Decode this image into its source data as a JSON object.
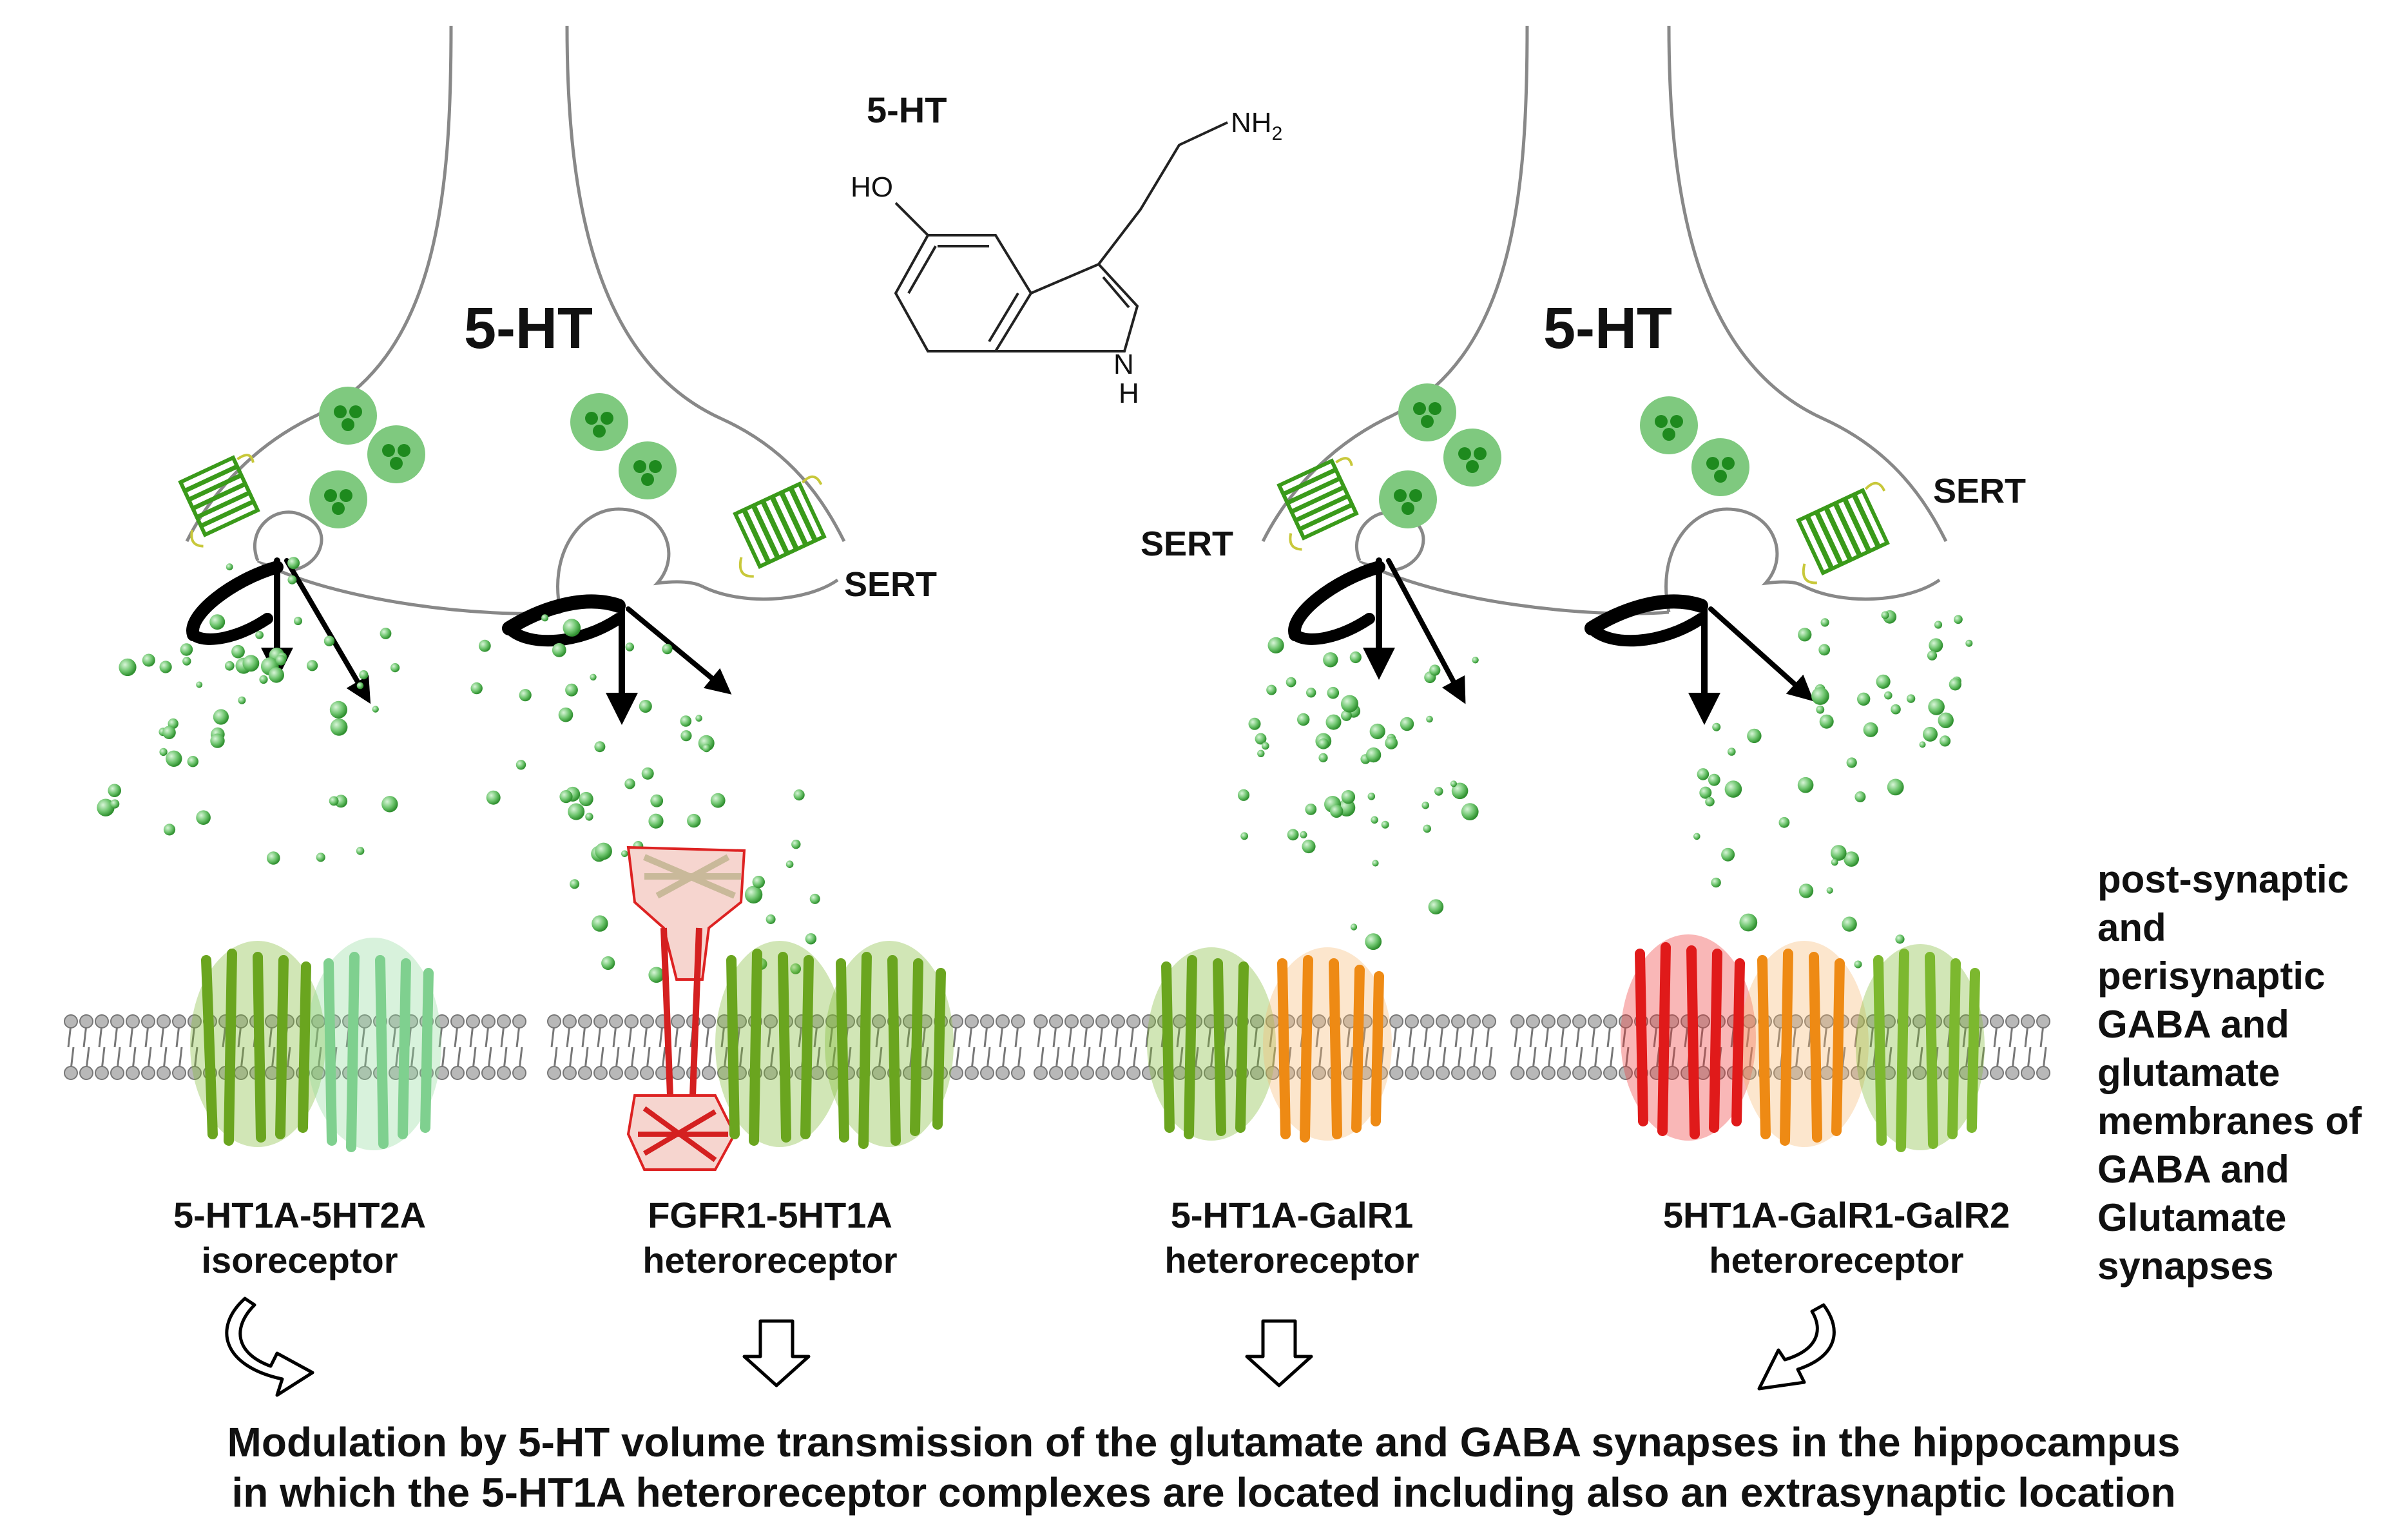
{
  "molecule": {
    "title": "5-HT",
    "hydroxyl": "HO",
    "amine": "NH",
    "amine_sub": "2",
    "ring_n": "N",
    "ring_h": "H"
  },
  "terminals": [
    {
      "title": "5-HT",
      "sert_label": "SERT"
    },
    {
      "title": "5-HT",
      "sert_label": "SERT",
      "sert_label_2": "SERT"
    }
  ],
  "receptors": [
    {
      "line1": "5-HT1A-5HT2A",
      "line2": "isoreceptor"
    },
    {
      "line1": "FGFR1-5HT1A",
      "line2": "heteroreceptor"
    },
    {
      "line1": "5-HT1A-GalR1",
      "line2": "heteroreceptor"
    },
    {
      "line1": "5HT1A-GalR1-GalR2",
      "line2": "heteroreceptor"
    }
  ],
  "side_note": [
    "post-synaptic",
    "and",
    "perisynaptic",
    "GABA and",
    "glutamate",
    "membranes of",
    "GABA and",
    "Glutamate",
    "synapses"
  ],
  "conclusion": {
    "line1": "Modulation by 5-HT volume transmission of the glutamate and GABA synapses in the hippocampus",
    "line2": "in which the 5-HT1A heteroreceptor complexes are located including also an extrasynaptic location"
  },
  "colors": {
    "vesicle": "#7fc97f",
    "vesicle_dot": "#1e8a1e",
    "sert": "#4aa02c",
    "receptor_green": "#7cb82f",
    "receptor_light": "#8fd99a",
    "receptor_orange": "#f08c1a",
    "receptor_red": "#e02020",
    "membrane_head": "#b0b0b0"
  }
}
